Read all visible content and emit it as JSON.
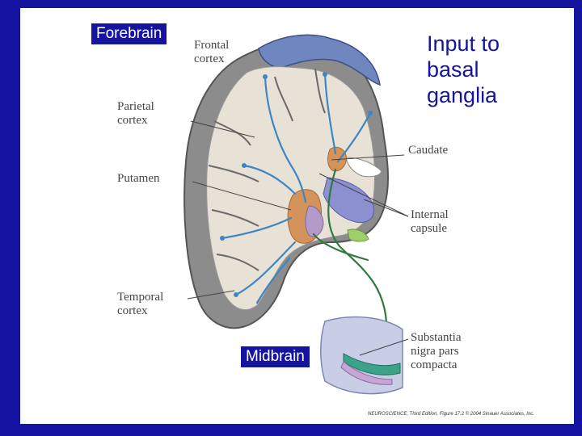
{
  "slide": {
    "title_lines": [
      "Input to",
      "basal",
      "ganglia"
    ],
    "region_boxes": {
      "forebrain": "Forebrain",
      "midbrain": "Midbrain"
    }
  },
  "labels": {
    "frontal_cortex": "Frontal\ncortex",
    "parietal_cortex": "Parietal\ncortex",
    "putamen": "Putamen",
    "temporal_cortex": "Temporal\ncortex",
    "caudate": "Caudate",
    "internal_capsule": "Internal\ncapsule",
    "substantia_nigra": "Substantia\nnigra pars\ncompacta"
  },
  "credit": "NEUROSCIENCE, Third Edition, Figure 17.2 © 2004 Sinauer Associates, Inc.",
  "colors": {
    "background": "#1414a0",
    "cortex_gray": "#8c8c8c",
    "white_matter": "#e8e2d6",
    "frontal_blue": "#6f86bf",
    "striatum_orange": "#d4935a",
    "pathway_blue": "#3d86c6",
    "pathway_green": "#2f7a3f",
    "nigra_green": "#3aa38a"
  }
}
